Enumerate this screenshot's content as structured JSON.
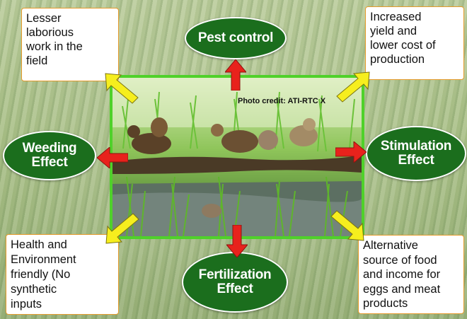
{
  "photo_credit": "Photo credit: ATI-RTC X",
  "effects": {
    "top": [
      "Pest control"
    ],
    "left": [
      "Weeding",
      "Effect"
    ],
    "right": [
      "Stimulation",
      "Effect"
    ],
    "bottom": [
      "Fertilization",
      "Effect"
    ]
  },
  "benefits": {
    "top_left": [
      "Lesser",
      "laborious",
      "work in the",
      "field"
    ],
    "top_right": [
      "Increased",
      "yield and",
      "lower cost of",
      "production"
    ],
    "bottom_left": [
      "Health and",
      "Environment",
      "friendly (No",
      "synthetic",
      "inputs"
    ],
    "bottom_right": [
      "Alternative",
      "source  of food",
      "and income for",
      "eggs and meat",
      "products"
    ]
  },
  "colors": {
    "oval_fill": "#1b6e1d",
    "photo_border": "#4fd12a",
    "red_arrow": "#e8221c",
    "yellow_arrow": "#f6ee1e",
    "box_border": "#e59a2a"
  }
}
